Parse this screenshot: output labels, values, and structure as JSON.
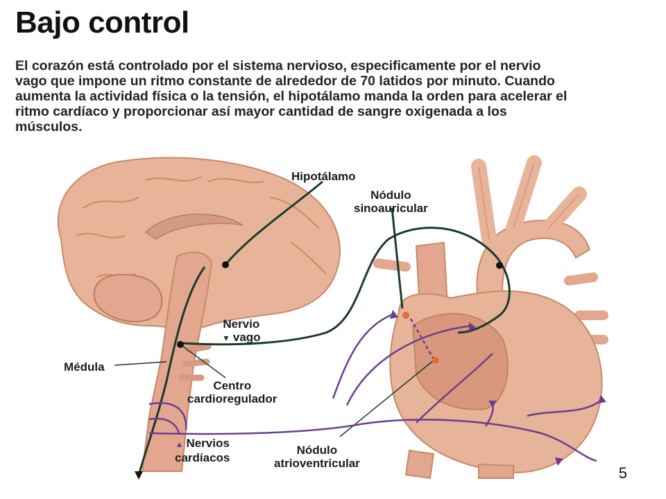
{
  "title": "Bajo control",
  "intro": "El corazón está controlado por el sistema nervioso, especificamente por el nervio vago que impone un ritmo constante de alrededor de 70 latidos por minuto. Cuando aumenta la actividad física o la tensión, el hipotálamo manda la orden para acelerar el ritmo cardíaco y proporcionar así mayor cantidad de sangre oxigenada a los músculos.",
  "labels": {
    "hipotalamo": "Hipotálamo",
    "nodulo_sino_1": "Nódulo",
    "nodulo_sino_2": "sinoauricular",
    "nervio_vago_1": "Nervio",
    "nervio_vago_2": "vago",
    "medula": "Médula",
    "centro_1": "Centro",
    "centro_2": "cardioregulador",
    "nervios_card_1": "Nervios",
    "nervios_card_2": "cardíacos",
    "nodulo_atrio_1": "Nódulo",
    "nodulo_atrio_2": "atrioventricular"
  },
  "markers": {
    "nervio_vago": "▼",
    "nervios_cardiacos": "▲"
  },
  "colors": {
    "tissue": "#e7b49a",
    "tissue_dark": "#c98868",
    "nerve_dark": "#1a3a2a",
    "nerve_purple": "#6a3d8f"
  },
  "page_number": "5"
}
